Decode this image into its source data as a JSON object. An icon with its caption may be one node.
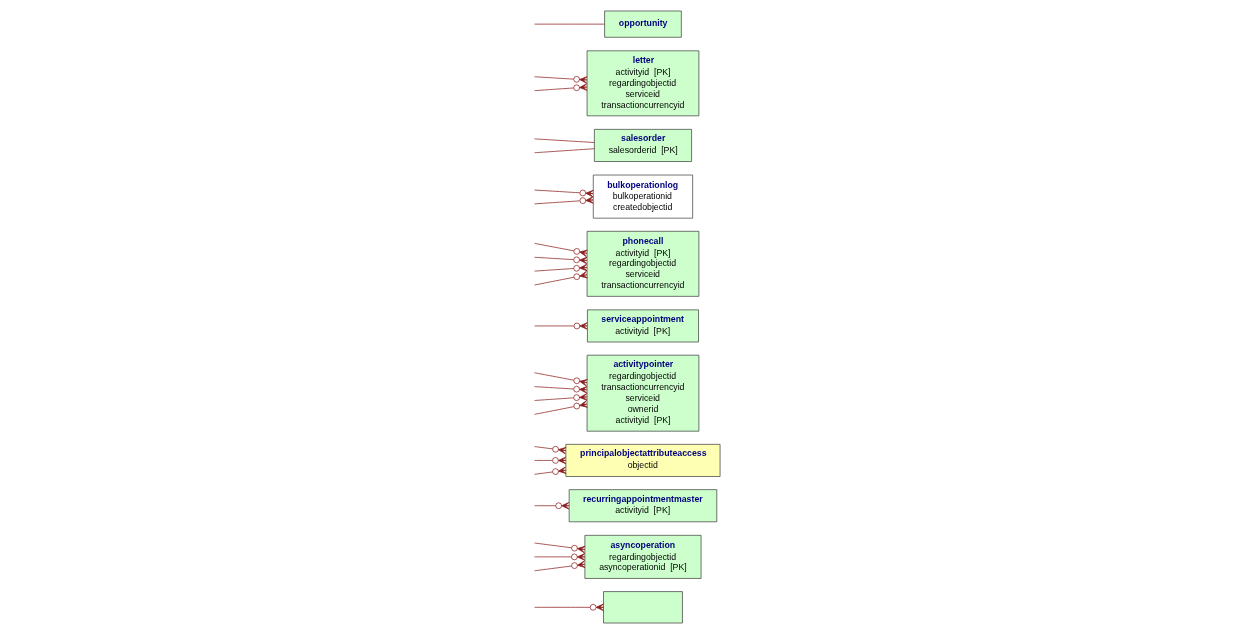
{
  "diagram": {
    "nodes": [
      {
        "text": [],
        "shape": "box"
      },
      {
        "text": [
          "asyncoperation",
          "regardingobjectid",
          "asyncoperationid  [PK]"
        ]
      },
      {
        "text": [
          "recurringappointmentmaster",
          "activityid  [PK]"
        ]
      },
      {
        "text": [
          "principalobjectattributeaccess",
          "objectid"
        ]
      },
      {
        "text": [
          "activitypointer",
          "regardingobjectid",
          "transactioncurrencyid",
          "serviceid",
          "ownerid",
          "activityid  [PK]"
        ]
      },
      {
        "text": [
          "serviceappointment",
          "activityid  [PK]"
        ]
      },
      {
        "text": [
          "phonecall",
          "activityid  [PK]",
          "regardingobjectid",
          "serviceid",
          "transactioncurrencyid"
        ]
      },
      {
        "text": [
          "bulkoperationlog",
          "bulkoperationid",
          "createdobjectid"
        ]
      },
      {
        "text": [
          "salesorder",
          "salesorderid  [PK]"
        ]
      },
      {
        "text": [
          "letter",
          "activityid  [PK]",
          "regardingobjectid",
          "serviceid",
          "transactioncurrencyid"
        ]
      },
      {
        "text": [
          "opportunity"
        ]
      }
    ],
    "edges": [
      {
        "from": null,
        "to": 0,
        "arrow": "other"
      },
      {
        "from": null,
        "to": 1,
        "arrow": "other"
      },
      {
        "from": null,
        "to": 1,
        "arrow": "other"
      },
      {
        "from": null,
        "to": 1,
        "arrow": "other"
      },
      {
        "from": null,
        "to": 2,
        "arrow": "other"
      },
      {
        "from": null,
        "to": 3,
        "arrow": "other"
      },
      {
        "from": null,
        "to": 3,
        "arrow": "other"
      },
      {
        "from": null,
        "to": 3,
        "arrow": "other"
      },
      {
        "from": null,
        "to": 4,
        "arrow": "other"
      },
      {
        "from": null,
        "to": 4,
        "arrow": "other"
      },
      {
        "from": null,
        "to": 4,
        "arrow": "other"
      },
      {
        "from": null,
        "to": 4,
        "arrow": "other"
      },
      {
        "from": null,
        "to": 5,
        "arrow": "other"
      },
      {
        "from": null,
        "to": 6,
        "arrow": "other"
      },
      {
        "from": null,
        "to": 6,
        "arrow": "other"
      },
      {
        "from": null,
        "to": 6,
        "arrow": "other"
      },
      {
        "from": null,
        "to": 6,
        "arrow": "other"
      },
      {
        "from": null,
        "to": 7,
        "arrow": "other"
      },
      {
        "from": null,
        "to": 7,
        "arrow": "other"
      },
      {
        "from": null,
        "to": 8,
        "arrow": "none"
      },
      {
        "from": null,
        "to": 8,
        "arrow": "none"
      },
      {
        "from": null,
        "to": 9,
        "arrow": "other"
      },
      {
        "from": null,
        "to": 9,
        "arrow": "other"
      },
      {
        "from": null,
        "to": 10,
        "arrow": "none"
      }
    ]
  }
}
